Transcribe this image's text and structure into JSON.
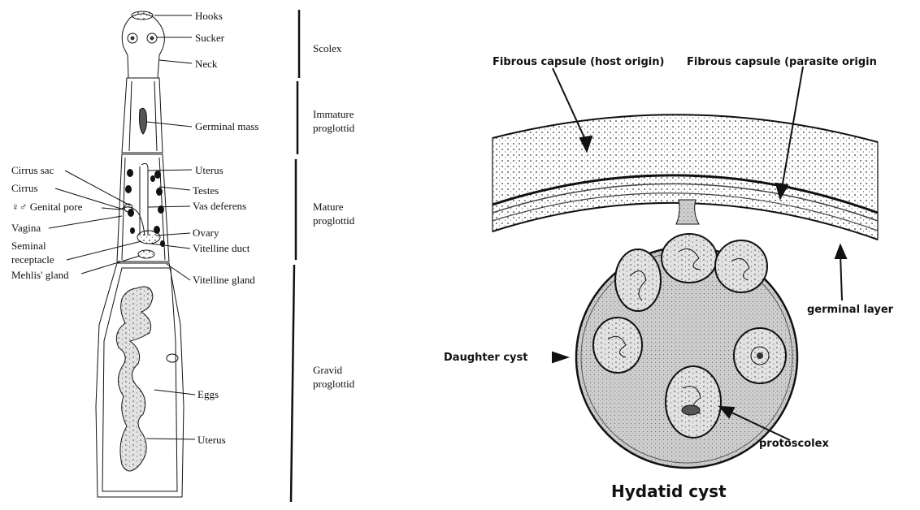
{
  "tapeworm": {
    "labels": {
      "hooks": "Hooks",
      "sucker": "Sucker",
      "neck": "Neck",
      "germinal_mass": "Germinal mass",
      "cirrus_sac": "Cirrus sac",
      "cirrus": "Cirrus",
      "genital_pore": "♀♂ Genital pore",
      "vagina": "Vagina",
      "seminal_receptacle_1": "Seminal",
      "seminal_receptacle_2": "receptacle",
      "mehlis_gland": "Mehlis' gland",
      "uterus_mature": "Uterus",
      "testes": "Testes",
      "vas_deferens": "Vas deferens",
      "ovary": "Ovary",
      "vitelline_duct": "Vitelline duct",
      "vitelline_gland": "Vitelline gland",
      "eggs": "Eggs",
      "uterus_gravid": "Uterus"
    },
    "regions": {
      "scolex": "Scolex",
      "immature_1": "Immature",
      "immature_2": "proglottid",
      "mature_1": "Mature",
      "mature_2": "proglottid",
      "gravid_1": "Gravid",
      "gravid_2": "proglottid"
    }
  },
  "cyst": {
    "title": "Hydatid cyst",
    "labels": {
      "capsule_host": "Fibrous capsule (host origin)",
      "capsule_parasite": "Fibrous capsule (parasite origin",
      "germinal_layer": "germinal layer",
      "daughter_cyst": "Daughter cyst",
      "protoscolex": "protoscolex"
    }
  }
}
